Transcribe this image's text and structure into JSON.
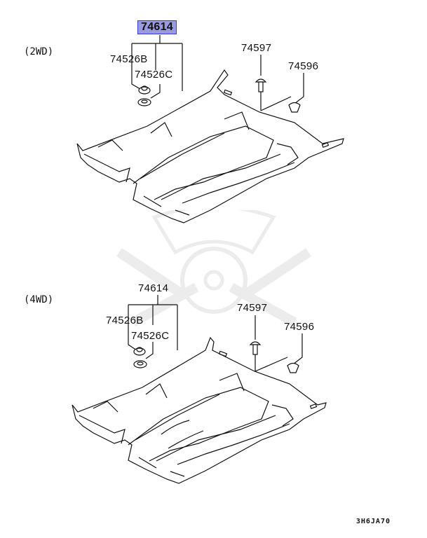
{
  "diagram": {
    "type": "parts-exploded-view",
    "subject": "Floor carpet",
    "footer_code": "3H6JA70",
    "sections": [
      {
        "variant_label": "(2WD)",
        "parts": [
          {
            "part_no": "74614",
            "highlighted": true,
            "role": "floor carpet assembly"
          },
          {
            "part_no": "74526B",
            "highlighted": false,
            "role": "grommet"
          },
          {
            "part_no": "74526C",
            "highlighted": false,
            "role": "grommet washer"
          },
          {
            "part_no": "74597",
            "highlighted": false,
            "role": "push clip"
          },
          {
            "part_no": "74596",
            "highlighted": false,
            "role": "clip"
          }
        ]
      },
      {
        "variant_label": "(4WD)",
        "parts": [
          {
            "part_no": "74614",
            "highlighted": false,
            "role": "floor carpet assembly"
          },
          {
            "part_no": "74526B",
            "highlighted": false,
            "role": "grommet"
          },
          {
            "part_no": "74526C",
            "highlighted": false,
            "role": "grommet washer"
          },
          {
            "part_no": "74597",
            "highlighted": false,
            "role": "push clip"
          },
          {
            "part_no": "74596",
            "highlighted": false,
            "role": "clip"
          }
        ]
      }
    ],
    "colors": {
      "highlight_fill": "#9a9ae0",
      "highlight_border": "#3a3acc",
      "line": "#111111"
    }
  }
}
